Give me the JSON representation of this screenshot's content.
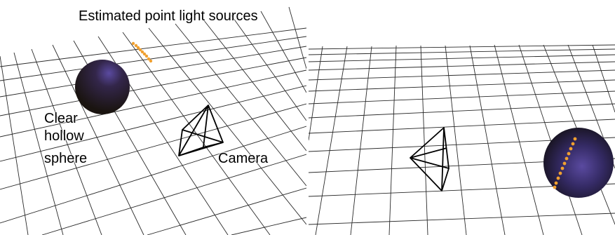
{
  "labels": {
    "light_sources": "Estimated point light sources",
    "sphere_line1": "Clear",
    "sphere_line2": "hollow",
    "sphere_line3": "sphere",
    "camera": "Camera"
  },
  "colors": {
    "grid": "#2a2a2a",
    "sphere_dark": "#1a1410",
    "sphere_glow": "#5a4aa0",
    "light_points": "#f0a030",
    "camera_lines": "#000000"
  }
}
